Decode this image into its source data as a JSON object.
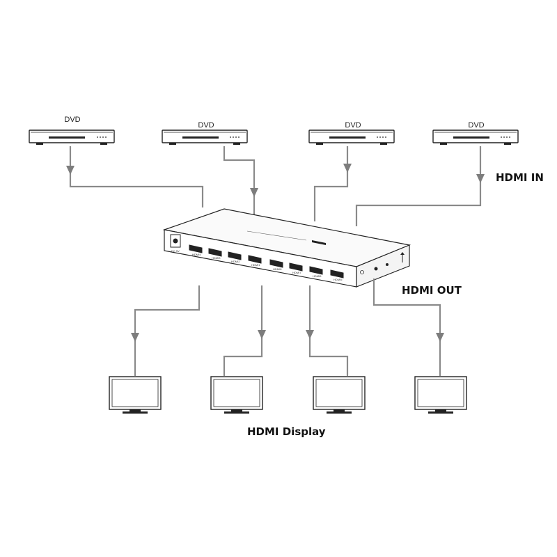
{
  "labels": {
    "dvd": [
      "DVD",
      "DVD",
      "DVD",
      "DVD"
    ],
    "hdmi_in": "HDMI IN",
    "hdmi_out": "HDMI OUT",
    "hdmi_display": "HDMI Display"
  },
  "icons": {
    "source": "dvd-player-icon",
    "device": "hdmi-matrix-switch-icon",
    "display": "monitor-icon",
    "arrow": "arrow-down-icon"
  },
  "colors": {
    "cable": "#8a8a8a",
    "arrow": "#7d7d7d",
    "outline": "#222222"
  }
}
